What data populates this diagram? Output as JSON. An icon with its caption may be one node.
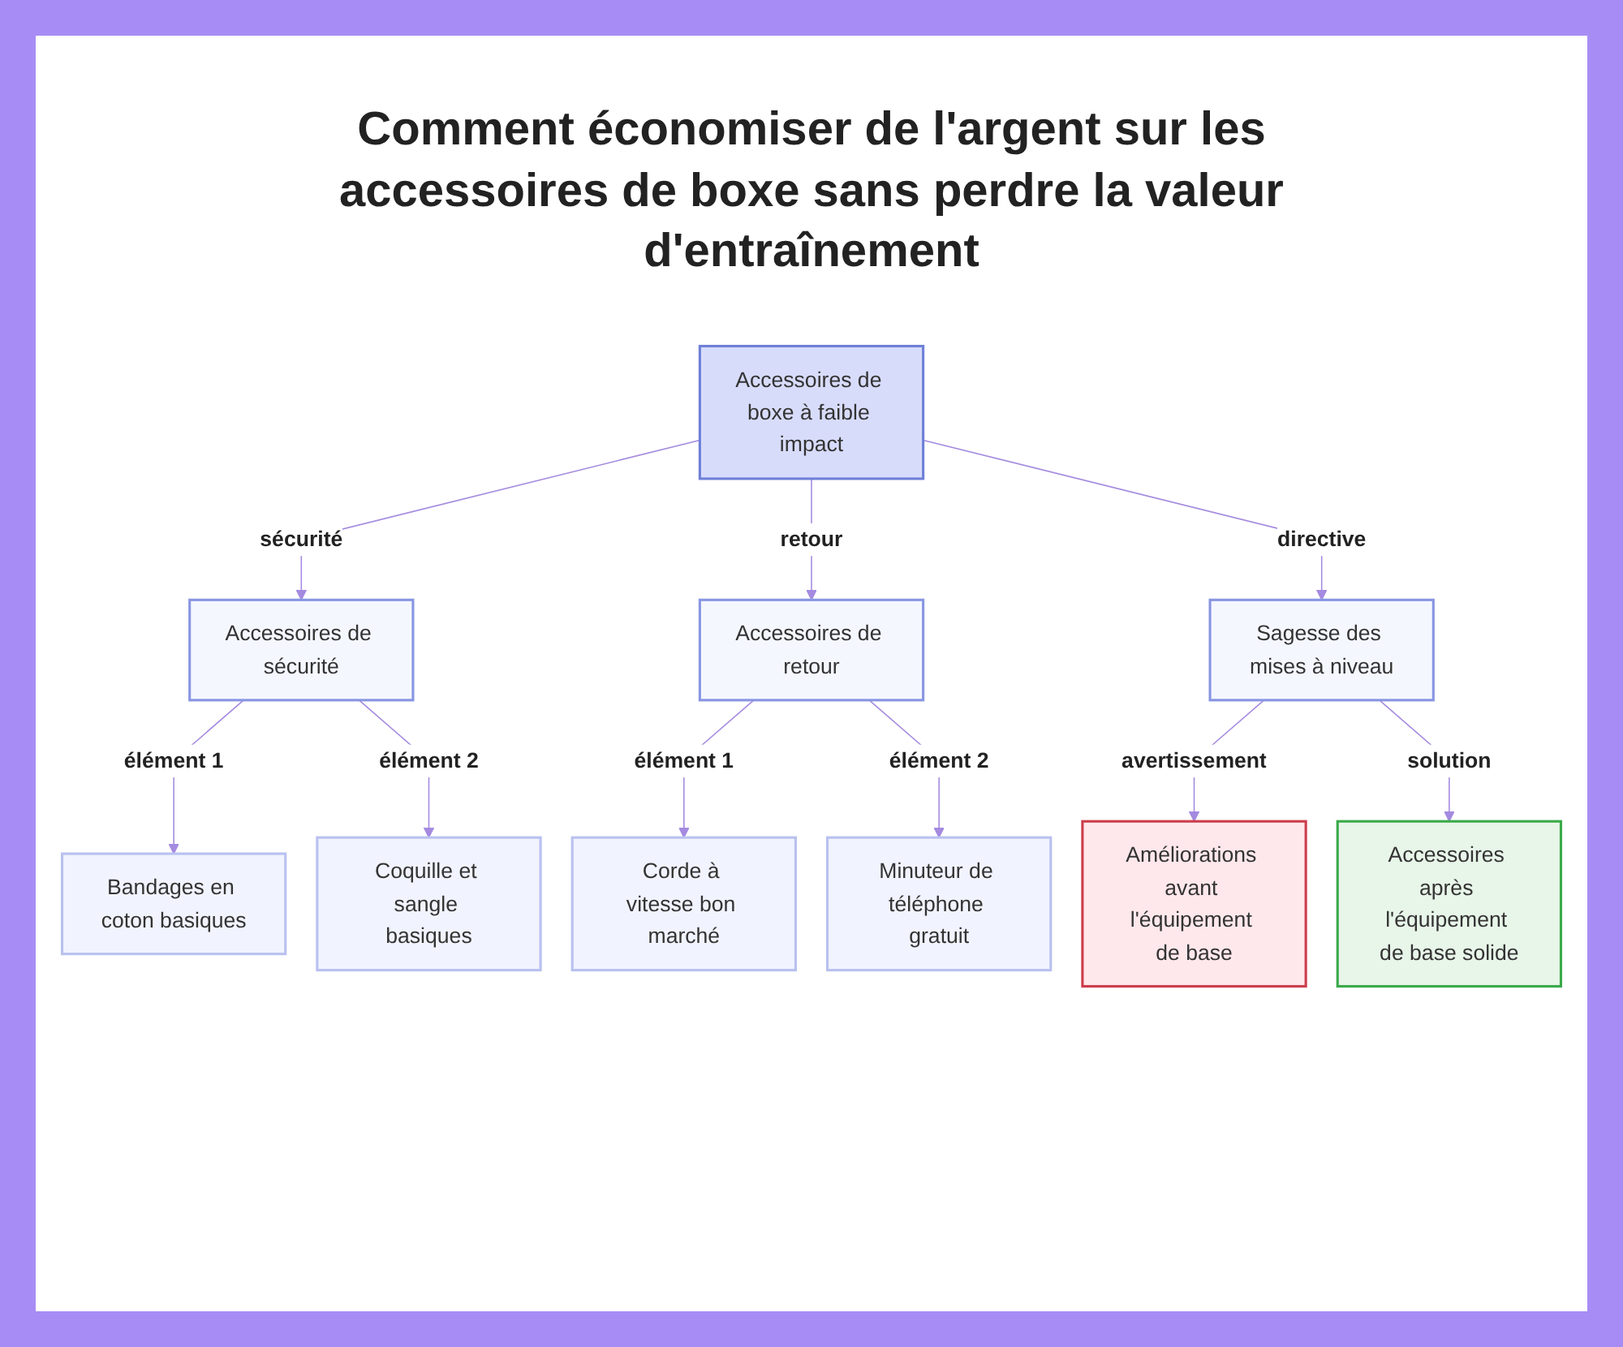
{
  "diagram": {
    "title": "Comment économiser de l'argent sur les accessoires de boxe sans perdre la valeur d'entraînement",
    "nodes": [
      {
        "text": [
          "Accessoires de boxe à faible impact"
        ]
      },
      {
        "text": [
          "Accessoires de sécurité"
        ]
      },
      {
        "text": [
          "Accessoires de retour"
        ]
      },
      {
        "text": [
          "Sagesse des mises à niveau"
        ]
      },
      {
        "text": [
          "Bandages en coton basiques"
        ]
      },
      {
        "text": [
          "Coquille et sangle basiques"
        ]
      },
      {
        "text": [
          "Corde à vitesse bon marché"
        ]
      },
      {
        "text": [
          "Minuteur de téléphone gratuit"
        ]
      },
      {
        "text": [
          "Améliorations avant l'équipement de base"
        ]
      },
      {
        "text": [
          "Accessoires après l'équipement de base solide"
        ]
      }
    ],
    "edges": [
      {
        "from": 0,
        "to": 1,
        "arrow": "to",
        "label": "sécurité"
      },
      {
        "from": 0,
        "to": 2,
        "arrow": "to",
        "label": "retour"
      },
      {
        "from": 0,
        "to": 3,
        "arrow": "to",
        "label": "directive"
      },
      {
        "from": 1,
        "to": 4,
        "arrow": "to",
        "label": "élément 1"
      },
      {
        "from": 1,
        "to": 5,
        "arrow": "to",
        "label": "élément 2"
      },
      {
        "from": 2,
        "to": 6,
        "arrow": "to",
        "label": "élément 1"
      },
      {
        "from": 2,
        "to": 7,
        "arrow": "to",
        "label": "élément 2"
      },
      {
        "from": 3,
        "to": 8,
        "arrow": "to",
        "label": "avertissement"
      },
      {
        "from": 3,
        "to": 9,
        "arrow": "to",
        "label": "solution"
      }
    ]
  }
}
